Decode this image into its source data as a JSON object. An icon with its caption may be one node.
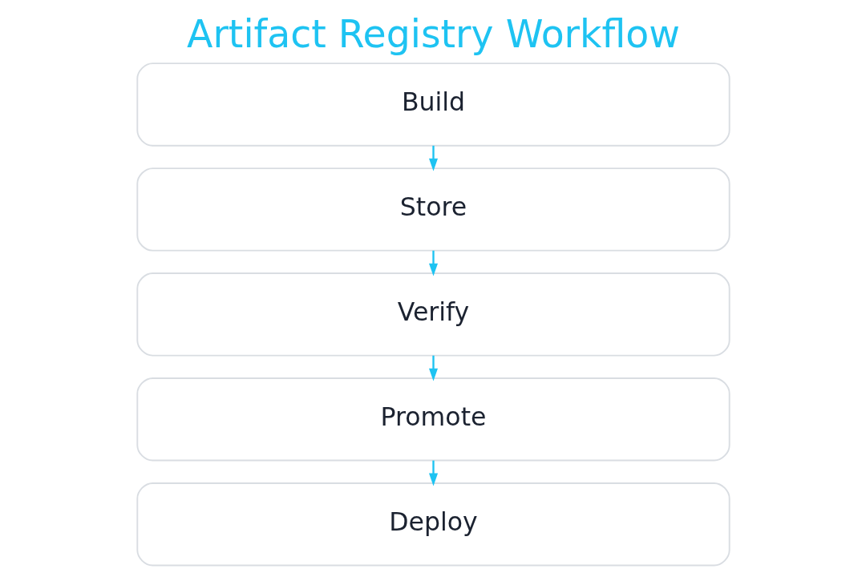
{
  "diagram": {
    "title": "Artifact Registry Workflow",
    "nodes": [
      {
        "text": [
          "Build"
        ]
      },
      {
        "text": [
          "Store"
        ]
      },
      {
        "text": [
          "Verify"
        ]
      },
      {
        "text": [
          "Promote"
        ]
      },
      {
        "text": [
          "Deploy"
        ]
      }
    ],
    "edges": [
      {
        "from": 0,
        "to": 1,
        "arrow": "to"
      },
      {
        "from": 1,
        "to": 2,
        "arrow": "to"
      },
      {
        "from": 2,
        "to": 3,
        "arrow": "to"
      },
      {
        "from": 3,
        "to": 4,
        "arrow": "to"
      }
    ]
  }
}
